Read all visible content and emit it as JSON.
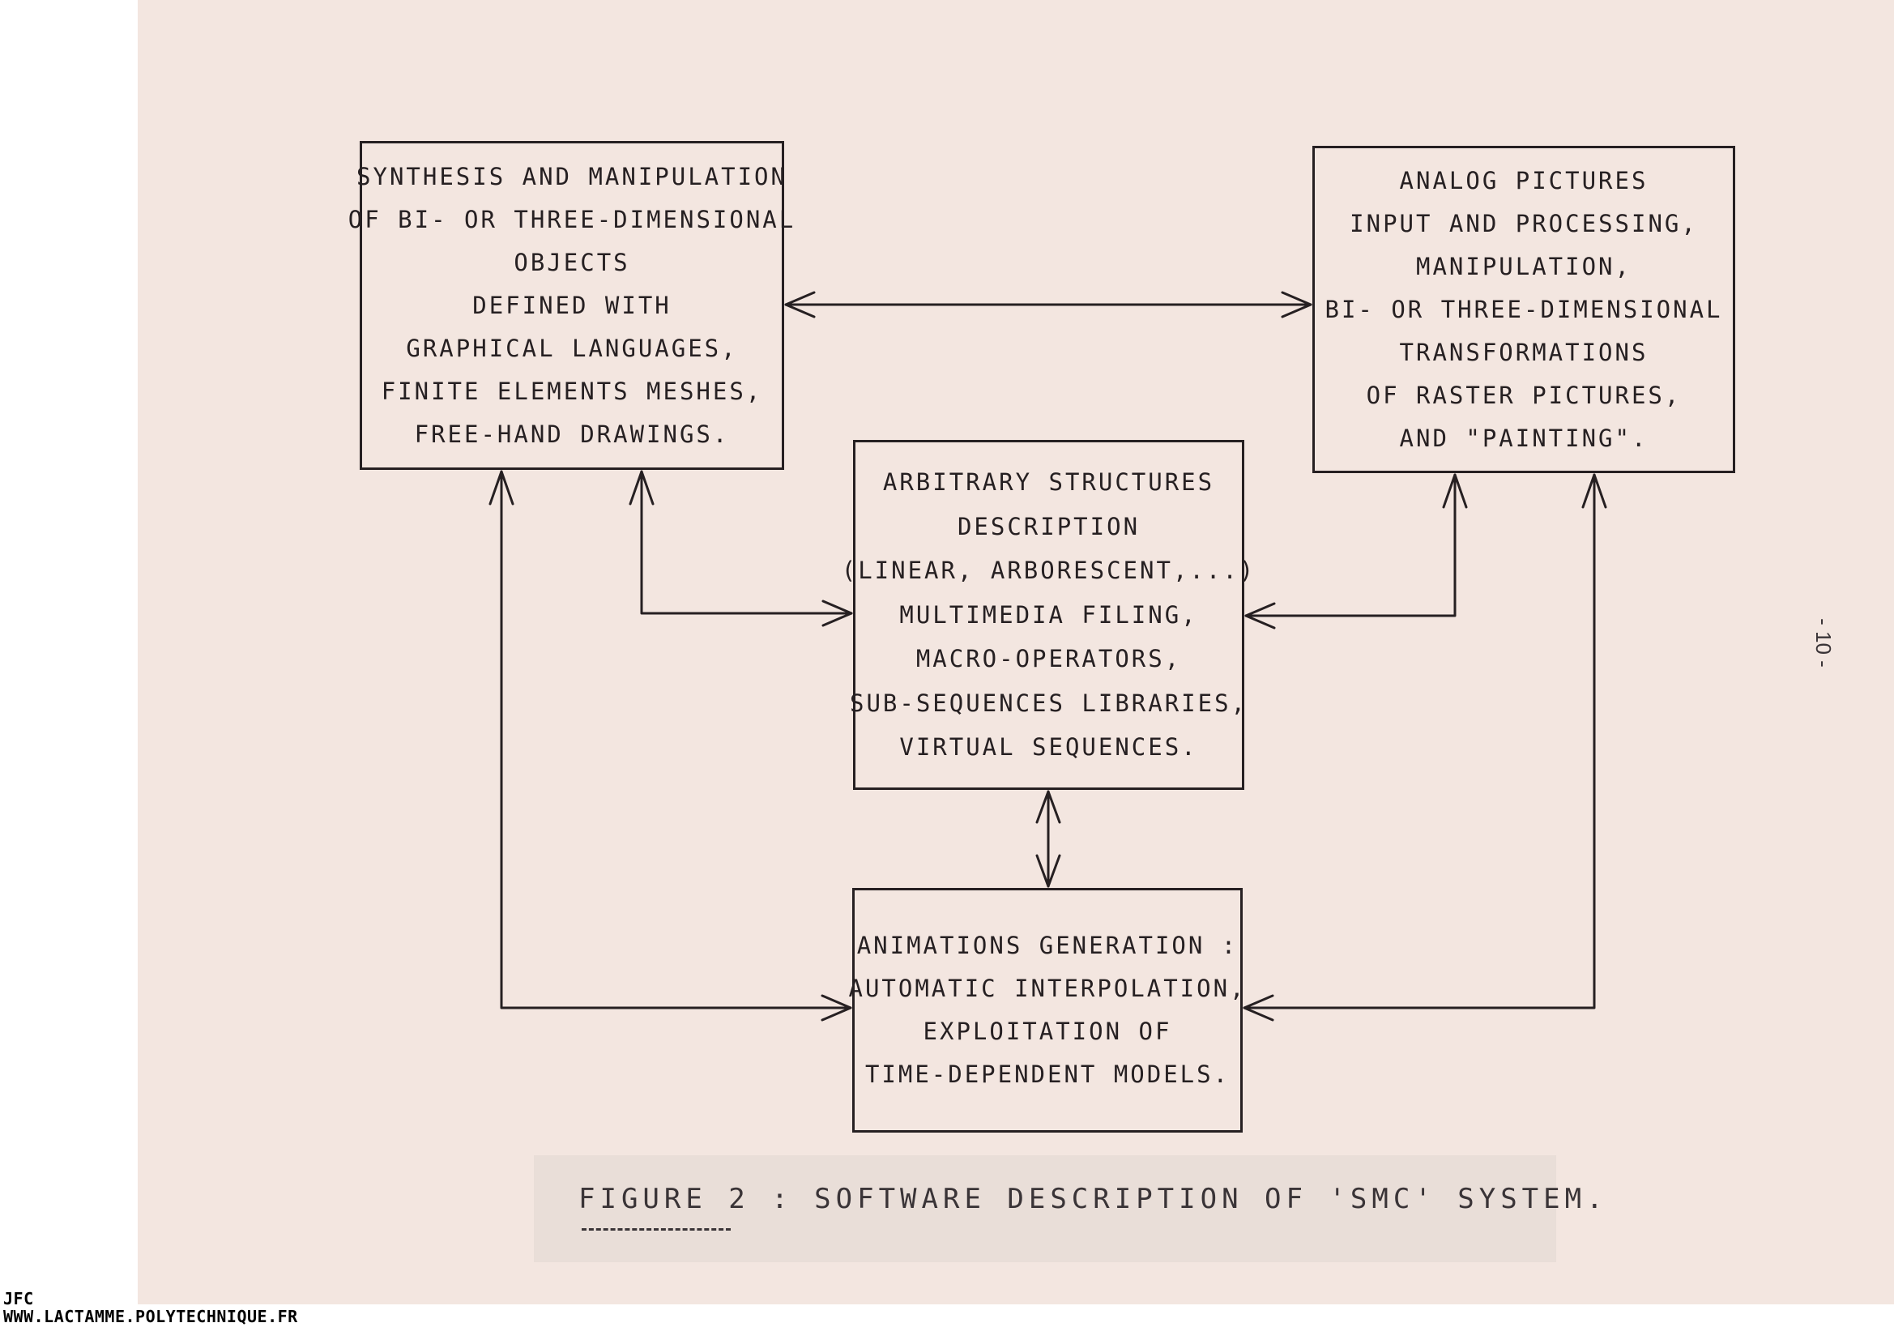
{
  "boxes": {
    "synthesis": {
      "lines": [
        "SYNTHESIS AND MANIPULATION",
        "OF BI- OR THREE-DIMENSIONAL",
        "OBJECTS",
        "DEFINED WITH",
        "GRAPHICAL LANGUAGES,",
        "FINITE ELEMENTS MESHES,",
        "FREE-HAND DRAWINGS."
      ]
    },
    "analog": {
      "lines": [
        "ANALOG PICTURES",
        "INPUT AND PROCESSING,",
        "MANIPULATION,",
        "BI- OR THREE-DIMENSIONAL",
        "TRANSFORMATIONS",
        "OF RASTER PICTURES,",
        "AND \"PAINTING\"."
      ]
    },
    "structures": {
      "lines": [
        "ARBITRARY STRUCTURES",
        "DESCRIPTION",
        "(LINEAR, ARBORESCENT,...)",
        "MULTIMEDIA FILING,",
        "MACRO-OPERATORS,",
        "SUB-SEQUENCES LIBRARIES,",
        "VIRTUAL SEQUENCES."
      ]
    },
    "animations": {
      "lines": [
        "ANIMATIONS GENERATION :",
        "AUTOMATIC INTERPOLATION,",
        "EXPLOITATION OF",
        "TIME-DEPENDENT MODELS."
      ]
    }
  },
  "caption": "FIGURE 2 : SOFTWARE DESCRIPTION OF 'SMC' SYSTEM.",
  "page_number": "- 10 -",
  "stamp": {
    "line1": "JFC",
    "line2": "WWW.LACTAMME.POLYTECHNIQUE.FR"
  },
  "colors": {
    "paper": "#f3e6e0",
    "ink": "#262022",
    "caption_panel": "#e9ded8"
  }
}
